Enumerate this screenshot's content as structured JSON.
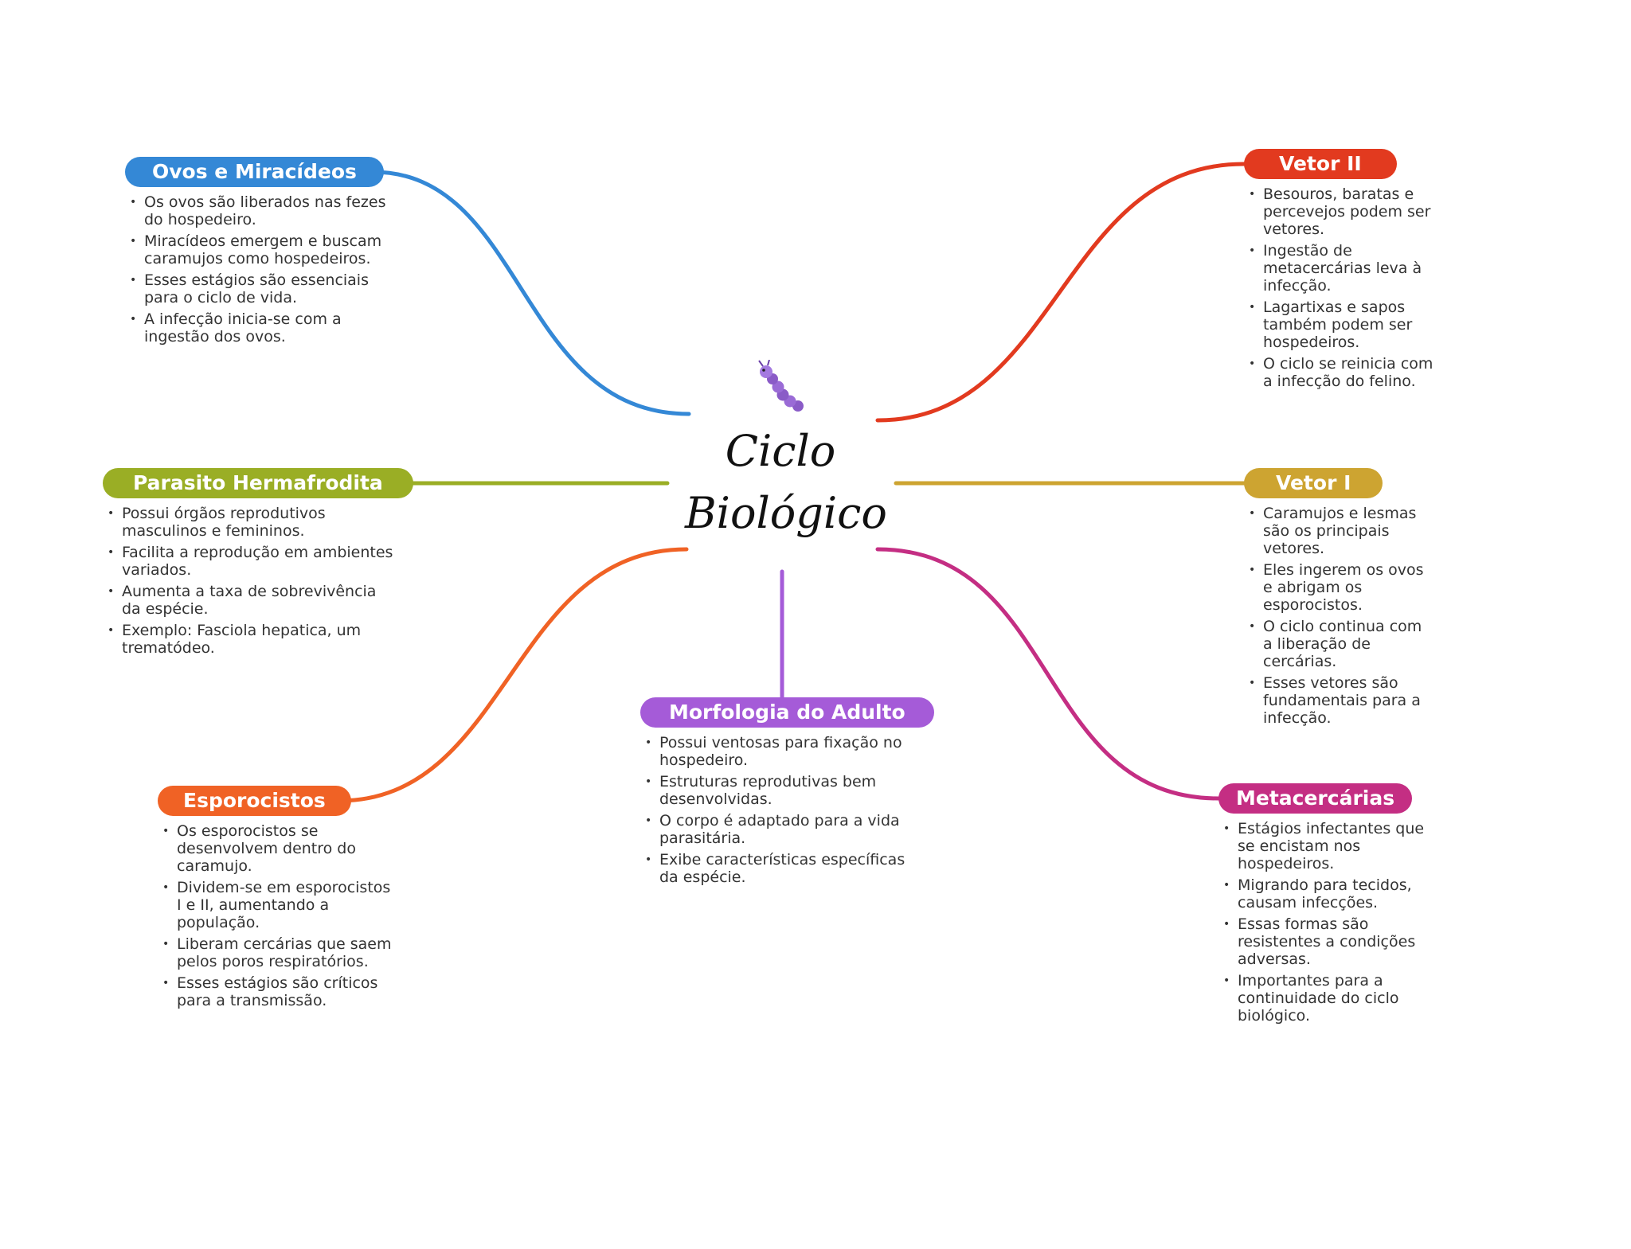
{
  "center": {
    "title_line1": "Ciclo",
    "title_line2": "Biológico",
    "icon": "caterpillar-icon"
  },
  "branches": [
    {
      "id": "ovos",
      "title": "Ovos e Miracídeos",
      "color": "#3488d6",
      "items": [
        "Os ovos são liberados nas fezes do hospedeiro.",
        "Miracídeos emergem e buscam caramujos como hospedeiros.",
        "Esses estágios são essenciais para o ciclo de vida.",
        "A infecção inicia-se com a ingestão dos ovos."
      ]
    },
    {
      "id": "parasito",
      "title": "Parasito Hermafrodita",
      "color": "#9aae25",
      "items": [
        "Possui órgãos reprodutivos masculinos e femininos.",
        "Facilita a reprodução em ambientes variados.",
        "Aumenta a taxa de sobrevivência da espécie.",
        "Exemplo: Fasciola hepatica, um trematódeo."
      ]
    },
    {
      "id": "esporocistos",
      "title": "Esporocistos",
      "color": "#f06225",
      "items": [
        "Os esporocistos se desenvolvem dentro do caramujo.",
        "Dividem-se em esporocistos I e II, aumentando a população.",
        "Liberam cercárias que saem pelos poros respiratórios.",
        "Esses estágios são críticos para a transmissão."
      ]
    },
    {
      "id": "morfologia",
      "title": "Morfologia do Adulto",
      "color": "#a55bd8",
      "items": [
        "Possui ventosas para fixação no hospedeiro.",
        "Estruturas reprodutivas bem desenvolvidas.",
        "O corpo é adaptado para a vida parasitária.",
        "Exibe características específicas da espécie."
      ]
    },
    {
      "id": "vetor2",
      "title": "Vetor II",
      "color": "#e23a1f",
      "items": [
        "Besouros, baratas e percevejos podem ser vetores.",
        "Ingestão de metacercárias leva à infecção.",
        "Lagartixas e sapos também podem ser hospedeiros.",
        "O ciclo se reinicia com a infecção do felino."
      ]
    },
    {
      "id": "vetor1",
      "title": "Vetor I",
      "color": "#cda431",
      "items": [
        "Caramujos e lesmas são os principais vetores.",
        "Eles ingerem os ovos e abrigam os esporocistos.",
        "O ciclo continua com a liberação de cercárias.",
        "Esses vetores são fundamentais para a infecção."
      ]
    },
    {
      "id": "metacercarias",
      "title": "Metacercárias",
      "color": "#c42e83",
      "items": [
        "Estágios infectantes que se encistam nos hospedeiros.",
        "Migrando para tecidos, causam infecções.",
        "Essas formas são resistentes a condições adversas.",
        "Importantes para a continuidade do ciclo biológico."
      ]
    }
  ]
}
